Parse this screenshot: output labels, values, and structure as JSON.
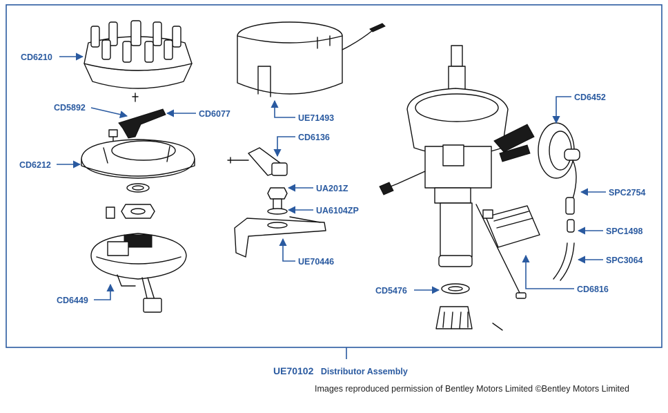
{
  "assembly": {
    "part_number": "UE70102",
    "name": "Distributor Assembly"
  },
  "credit": "Images reproduced permission of Bentley Motors Limited ©Bentley Motors Limited",
  "labels": [
    "CD6210",
    "CD5892",
    "CD6077",
    "CD6212",
    "CD6449",
    "UE71493",
    "CD6136",
    "UA201Z",
    "UA6104ZP",
    "UE70446",
    "CD6452",
    "SPC2754",
    "SPC1498",
    "SPC3064",
    "CD6816",
    "CD5476"
  ],
  "colors": {
    "accent": "#2a5aa0",
    "line_art": "#111111",
    "background": "#ffffff"
  }
}
